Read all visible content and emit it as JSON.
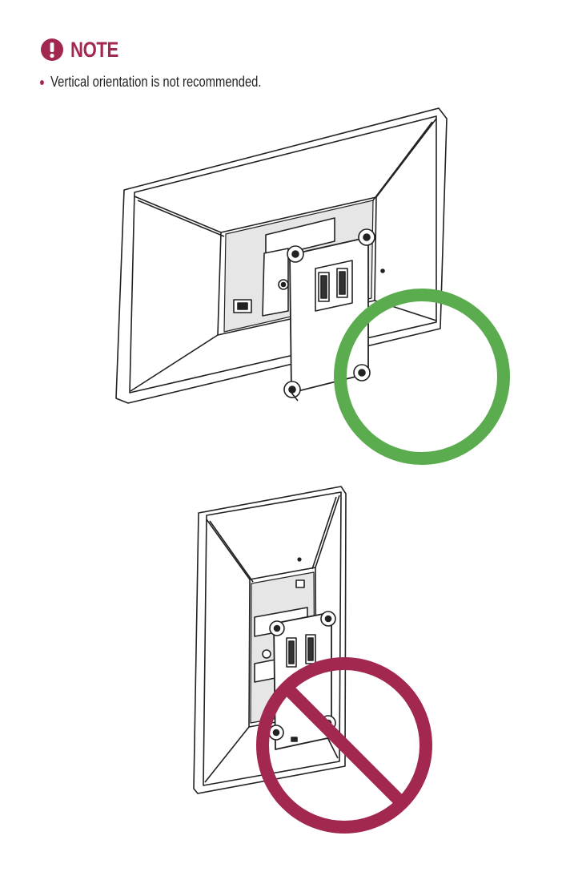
{
  "note": {
    "title": "NOTE",
    "icon": "exclamation-circle-icon",
    "items": [
      "Vertical orientation is not recommended."
    ]
  },
  "colors": {
    "accent": "#a3284f",
    "ok": "#5aac4f",
    "line": "#222222",
    "panel": "#e6e6e6"
  },
  "figures": [
    {
      "orientation": "horizontal",
      "status": "recommended",
      "status_icon": "ok-circle-icon"
    },
    {
      "orientation": "vertical",
      "status": "not recommended",
      "status_icon": "prohibited-icon"
    }
  ]
}
